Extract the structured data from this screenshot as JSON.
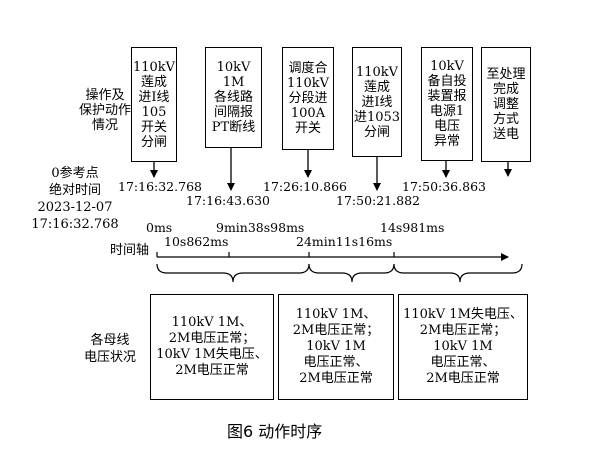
{
  "left_labels": {
    "operation": "操作及\n保护动作\n情况",
    "reference": "0参考点\n绝对时间\n2023-12-07\n17:16:32.768",
    "timeline": "时间轴",
    "bus_voltage": "各母线\n电压状况"
  },
  "events": [
    {
      "text": "110kV\n莲成\n进Ⅰ线\n105\n开关\n分闸"
    },
    {
      "text": "10kV\n1M\n各线路\n间隔报\nPT断线"
    },
    {
      "text": "调度合\n110kV\n分段进\n100A\n开关"
    },
    {
      "text": "110kV\n莲成\n进Ⅰ线\n进1053\n分闸"
    },
    {
      "text": "10kV\n备自投\n装置报\n电源1\n电压\n异常"
    },
    {
      "text": "至处理\n完成\n调整\n方式\n送电"
    }
  ],
  "absolute_times": [
    "17:16:32.768",
    "17:16:43.630",
    "17:26:10.866",
    "17:50:21.882",
    "17:50:36.863"
  ],
  "relative_times": [
    "0ms",
    "10s862ms",
    "9min38s98ms",
    "24min11s16ms",
    "14s981ms"
  ],
  "voltage_states": [
    {
      "text": "110kV 1M、\n2M电压正常；\n10kV 1M失电压、\n2M电压正常"
    },
    {
      "text": "110kV 1M、\n2M电压正常；\n10kV 1M\n电压正常、\n2M电压正常"
    },
    {
      "text": "110kV 1M失电压、\n2M电压正常；\n10kV 1M\n电压正常、\n2M电压正常"
    }
  ],
  "caption": "图6  动作时序"
}
